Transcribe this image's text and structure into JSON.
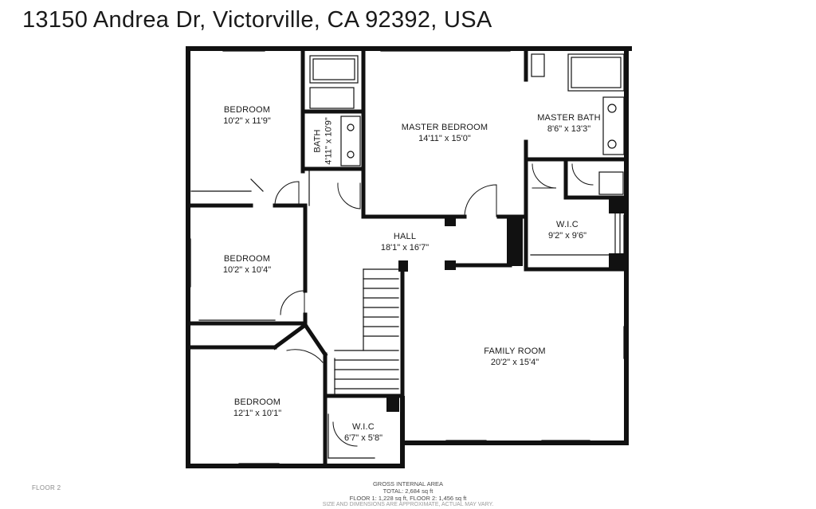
{
  "header": {
    "address": "13150 Andrea Dr, Victorville, CA 92392, USA"
  },
  "rooms": [
    {
      "name": "BEDROOM",
      "dims": "10'2\" x 11'9\""
    },
    {
      "name": "BATH",
      "dims": "4'11\" x 10'9\""
    },
    {
      "name": "MASTER BEDROOM",
      "dims": "14'11\" x 15'0\""
    },
    {
      "name": "MASTER BATH",
      "dims": "8'6\" x 13'3\""
    },
    {
      "name": "W.I.C",
      "dims": "9'2\" x 9'6\""
    },
    {
      "name": "HALL",
      "dims": "18'1\" x 16'7\""
    },
    {
      "name": "BEDROOM",
      "dims": "10'2\" x 10'4\""
    },
    {
      "name": "FAMILY ROOM",
      "dims": "20'2\" x 15'4\""
    },
    {
      "name": "BEDROOM",
      "dims": "12'1\" x 10'1\""
    },
    {
      "name": "W.I.C",
      "dims": "6'7\" x 5'8\""
    }
  ],
  "floor_label": "FLOOR 2",
  "footer": {
    "line1": "GROSS INTERNAL AREA",
    "line2": "TOTAL: 2,684 sq ft",
    "line3": "FLOOR 1: 1,228 sq ft, FLOOR 2: 1,456 sq ft",
    "line4": "SIZE AND DIMENSIONS ARE APPROXIMATE, ACTUAL MAY VARY."
  }
}
